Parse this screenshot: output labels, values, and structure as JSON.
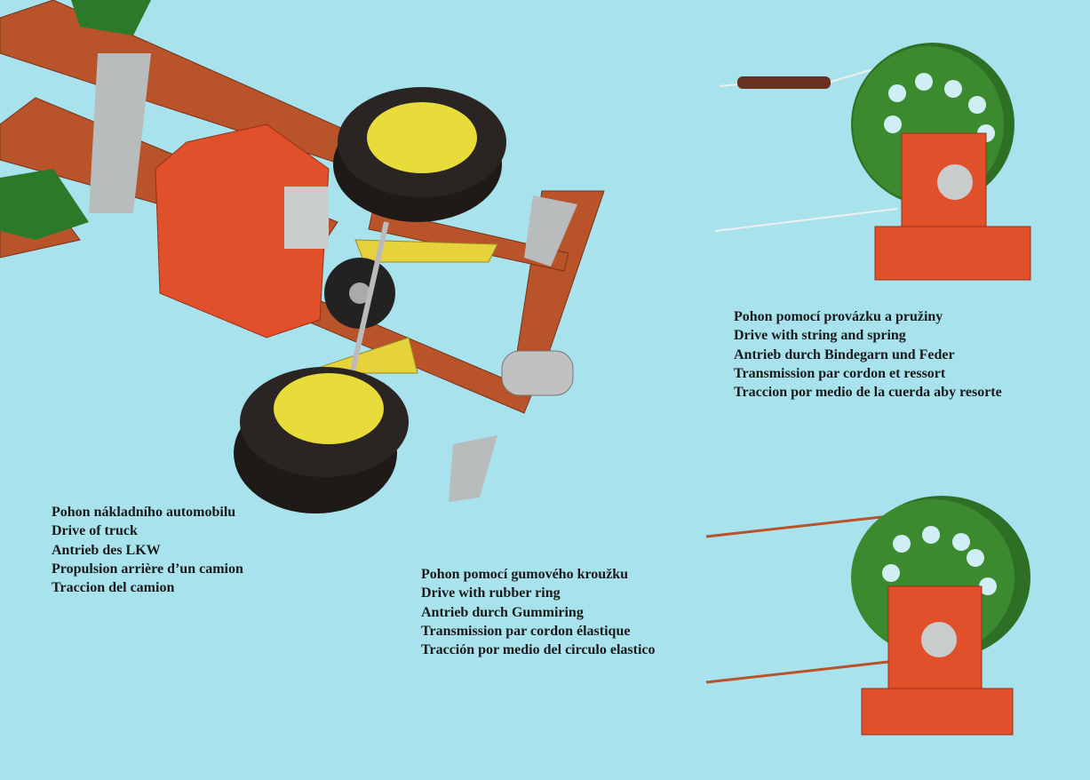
{
  "captions": {
    "truck": {
      "lines": [
        "Pohon nákladního automobilu",
        "Drive of truck",
        "Antrieb des LKW",
        "Propulsion arrière d’un camion",
        "Traccion del camion"
      ]
    },
    "rubber_ring": {
      "lines": [
        "Pohon pomocí gumového kroužku",
        "Drive with rubber ring",
        "Antrieb durch Gummiring",
        "Transmission par cordon élastique",
        "Tracción por medio del circulo elastico"
      ]
    },
    "string_spring": {
      "lines": [
        "Pohon pomocí provázku a pružiny",
        "Drive with string and spring",
        "Antrieb durch Bindegarn und Feder",
        "Transmission par cordon et ressort",
        "Traccion por medio de la cuerda aby resorte"
      ]
    }
  },
  "colors": {
    "background": "#a8e3ed",
    "strip": "#b8532a",
    "motor": "#e0502a",
    "tire": "#1e1a18",
    "hub": "#e8dc3a",
    "pulley": "#3c8a2e"
  }
}
